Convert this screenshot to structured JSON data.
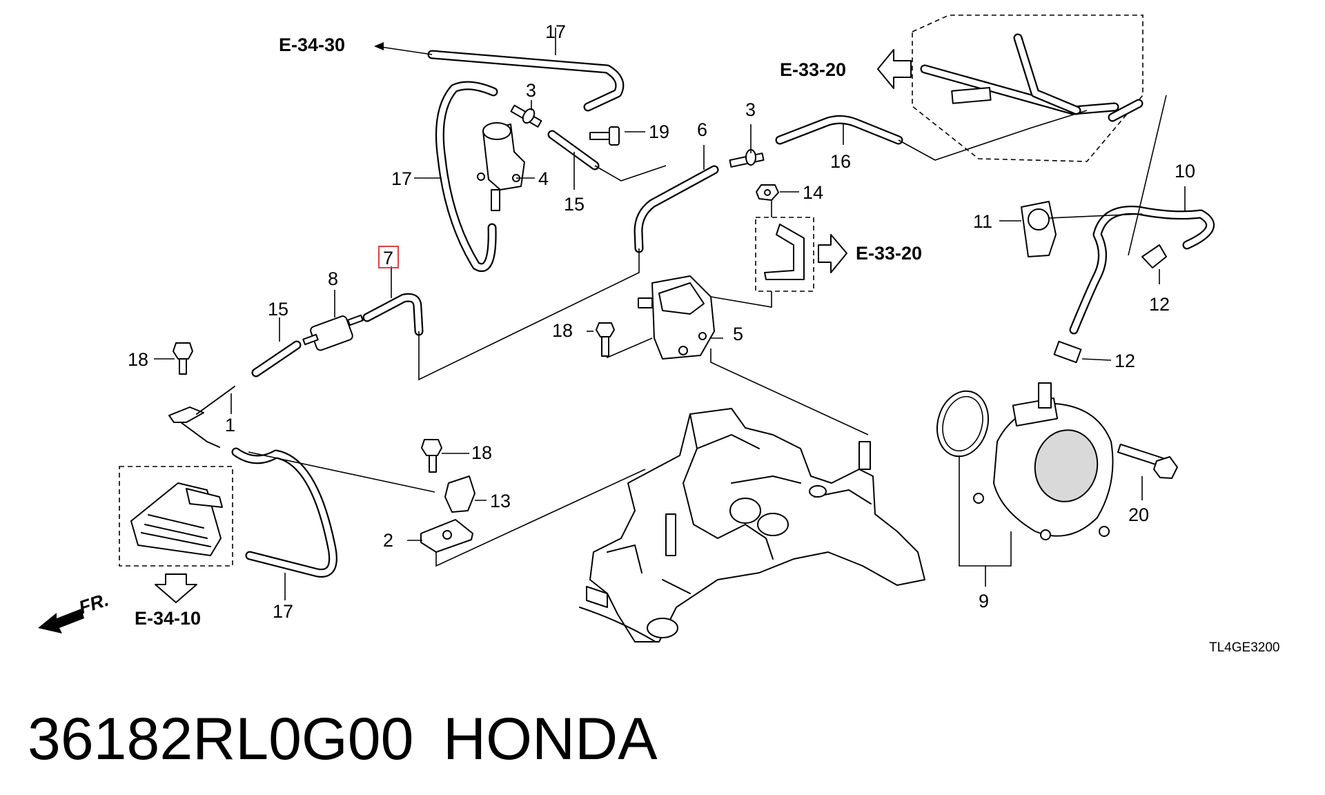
{
  "callouts": {
    "c17a": "17",
    "c3a": "3",
    "c19": "19",
    "c4": "4",
    "c17b": "17",
    "c15a": "15",
    "c6": "6",
    "c3b": "3",
    "c16": "16",
    "c14": "14",
    "c10": "10",
    "c11": "11",
    "c12a": "12",
    "c12b": "12",
    "c7": "7",
    "c8": "8",
    "c15b": "15",
    "c18a": "18",
    "c18b": "18",
    "c5": "5",
    "c1": "1",
    "c18c": "18",
    "c13": "13",
    "c2": "2",
    "c17c": "17",
    "c9": "9",
    "c20": "20"
  },
  "refs": {
    "e3430": "E-34-30",
    "e3320a": "E-33-20",
    "e3320b": "E-33-20",
    "e3410": "E-34-10",
    "front": "FR."
  },
  "highlighted_callout": "7",
  "diagram_code": "TL4GE3200",
  "caption": {
    "part_number": "36182RL0G00",
    "brand": "HONDA"
  },
  "colors": {
    "highlight": "#e0413f",
    "line": "#000000"
  }
}
